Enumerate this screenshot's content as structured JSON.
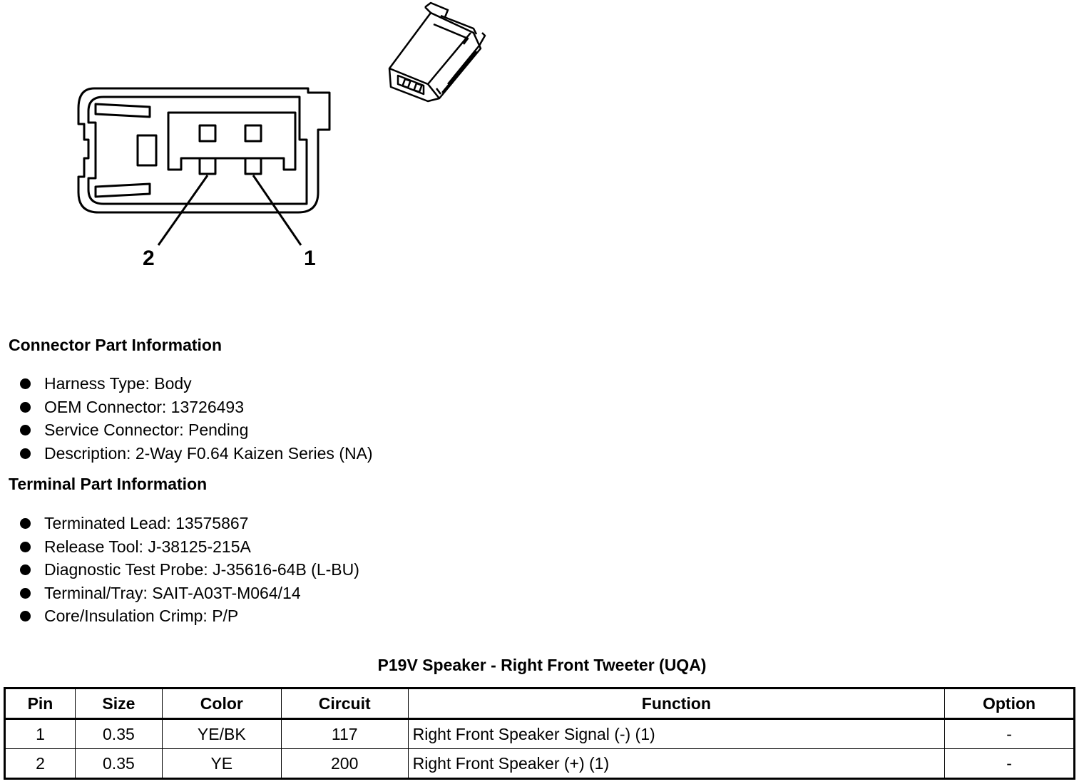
{
  "diagram": {
    "pin_labels": [
      "2",
      "1"
    ]
  },
  "connector_info": {
    "heading": "Connector Part Information",
    "items": [
      "Harness Type: Body",
      "OEM Connector: 13726493",
      "Service Connector: Pending",
      "Description: 2-Way F0.64 Kaizen Series (NA)"
    ]
  },
  "terminal_info": {
    "heading": "Terminal Part Information",
    "items": [
      "Terminated Lead: 13575867",
      "Release Tool: J-38125-215A",
      "Diagnostic Test Probe: J-35616-64B (L-BU)",
      "Terminal/Tray: SAIT-A03T-M064/14",
      "Core/Insulation Crimp: P/P"
    ]
  },
  "table": {
    "title": "P19V Speaker - Right Front Tweeter (UQA)",
    "headers": [
      "Pin",
      "Size",
      "Color",
      "Circuit",
      "Function",
      "Option"
    ],
    "rows": [
      [
        "1",
        "0.35",
        "YE/BK",
        "117",
        "Right Front Speaker Signal (-) (1)",
        "-"
      ],
      [
        "2",
        "0.35",
        "YE",
        "200",
        "Right Front Speaker (+) (1)",
        "-"
      ]
    ]
  }
}
